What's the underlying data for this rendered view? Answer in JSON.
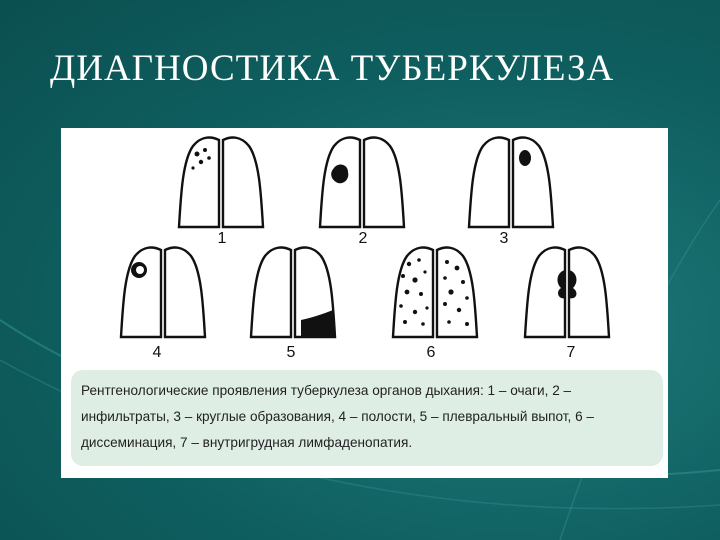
{
  "slide": {
    "title": "ДИАГНОСТИКА ТУБЕРКУЛЕЗА"
  },
  "diagram": {
    "items": [
      {
        "number": "1",
        "finding": "foci"
      },
      {
        "number": "2",
        "finding": "infiltrate"
      },
      {
        "number": "3",
        "finding": "round-formation"
      },
      {
        "number": "4",
        "finding": "cavity"
      },
      {
        "number": "5",
        "finding": "pleural-effusion"
      },
      {
        "number": "6",
        "finding": "dissemination"
      },
      {
        "number": "7",
        "finding": "intrathoracic-lymphadenopathy"
      }
    ],
    "caption": "Рентгенологические проявления туберкулеза органов дыхания: 1 – очаги, 2 – инфильтраты, 3 – круглые образования, 4 – полости, 5 – плевральный выпот, 6 – диссеминация, 7 – внутригрудная лимфаденопатия."
  },
  "colors": {
    "background": "#0f5f60",
    "title": "#ffffff",
    "caption_box": "#dfeee5",
    "lesion": "#000000"
  }
}
